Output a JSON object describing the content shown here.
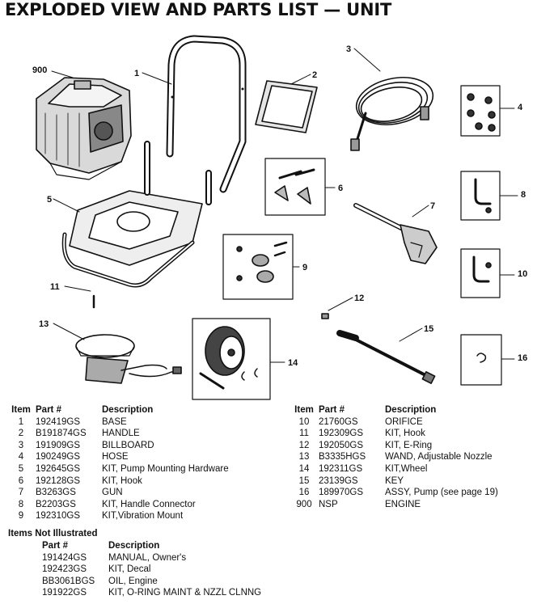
{
  "title": "EXPLODED VIEW AND PARTS LIST — UNIT",
  "callouts": [
    "900",
    "1",
    "2",
    "3",
    "4",
    "5",
    "6",
    "7",
    "8",
    "9",
    "10",
    "11",
    "12",
    "13",
    "14",
    "15",
    "16"
  ],
  "table_headers": {
    "item": "Item",
    "part": "Part #",
    "description": "Description"
  },
  "parts_left": [
    {
      "item": "1",
      "part": "192419GS",
      "description": "BASE"
    },
    {
      "item": "2",
      "part": "B191874GS",
      "description": "HANDLE"
    },
    {
      "item": "3",
      "part": "191909GS",
      "description": "BILLBOARD"
    },
    {
      "item": "4",
      "part": "190249GS",
      "description": "HOSE"
    },
    {
      "item": "5",
      "part": "192645GS",
      "description": "KIT, Pump Mounting Hardware"
    },
    {
      "item": "6",
      "part": "192128GS",
      "description": "KIT, Hook"
    },
    {
      "item": "7",
      "part": "B3263GS",
      "description": "GUN"
    },
    {
      "item": "8",
      "part": "B2203GS",
      "description": "KIT, Handle Connector"
    },
    {
      "item": "9",
      "part": "192310GS",
      "description": "KIT,Vibration Mount"
    }
  ],
  "parts_right": [
    {
      "item": "10",
      "part": "21760GS",
      "description": "ORIFICE"
    },
    {
      "item": "11",
      "part": "192309GS",
      "description": "KIT, Hook"
    },
    {
      "item": "12",
      "part": "192050GS",
      "description": "KIT, E-Ring"
    },
    {
      "item": "13",
      "part": "B3335HGS",
      "description": "WAND, Adjustable Nozzle"
    },
    {
      "item": "14",
      "part": "192311GS",
      "description": "KIT,Wheel"
    },
    {
      "item": "15",
      "part": "23139GS",
      "description": "KEY"
    },
    {
      "item": "16",
      "part": "189970GS",
      "description": "ASSY, Pump (see page 19)"
    },
    {
      "item": "900",
      "part": "NSP",
      "description": "ENGINE"
    }
  ],
  "not_illustrated": {
    "title": "Items Not Illustrated",
    "headers": {
      "part": "Part #",
      "description": "Description"
    },
    "rows": [
      {
        "part": "191424GS",
        "description": "MANUAL, Owner's"
      },
      {
        "part": "192423GS",
        "description": "KIT, Decal"
      },
      {
        "part": "BB3061BGS",
        "description": "OIL, Engine"
      },
      {
        "part": "191922GS",
        "description": "KIT, O-RING MAINT & NZZL CLNNG"
      }
    ]
  }
}
